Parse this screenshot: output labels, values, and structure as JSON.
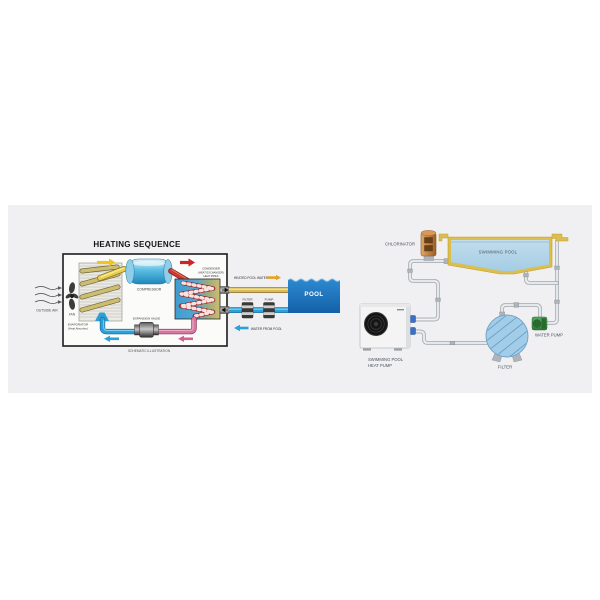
{
  "left_diagram": {
    "title": "HEATING SEQUENCE",
    "caption": "SCHEMATIC ILLUSTRATION",
    "labels": {
      "outside_air": "OUTSIDE AIR",
      "fan": "FAN",
      "evaporator_1": "EVAPORATOR",
      "evaporator_2": "(Heat Absorber)",
      "compressor": "COMPRESSOR",
      "condenser_1": "CONDENSER",
      "condenser_2": "(HEAT EXCHANGER)",
      "condenser_3": "HEAT PIPES",
      "expansion_valve": "EXPANSION VALVE",
      "heated_pool_water": "HEATED POOL WATER",
      "filter": "FILTER",
      "pump": "PUMP",
      "pool": "POOL",
      "water_from_pool": "WATER FROM POOL"
    }
  },
  "right_diagram": {
    "labels": {
      "chlorinator": "CHLORINATOR",
      "swimming_pool": "SWIMMING POOL",
      "heat_pump_1": "SWIMMING POOL",
      "heat_pump_2": "HEAT PUMP",
      "filter": "FILTER",
      "water_pump": "WATER PUMP"
    }
  },
  "colors": {
    "band_bg": "#f0eff1",
    "hot_gas_red": "#cc3a2e",
    "suction_yellow": "#e8cf52",
    "liquid_pink": "#d4789f",
    "water_blue": "#2ea0d8",
    "heated_water_tan": "#d9bc5d",
    "pool_water": "#1f7ac0",
    "pool_border_yellow": "#dcbe4e",
    "pipe_gray": "#d9dcdf",
    "chlorinator_orange": "#c98f52",
    "pump_green": "#3c9148",
    "filter_blue": "#a3cce8"
  }
}
